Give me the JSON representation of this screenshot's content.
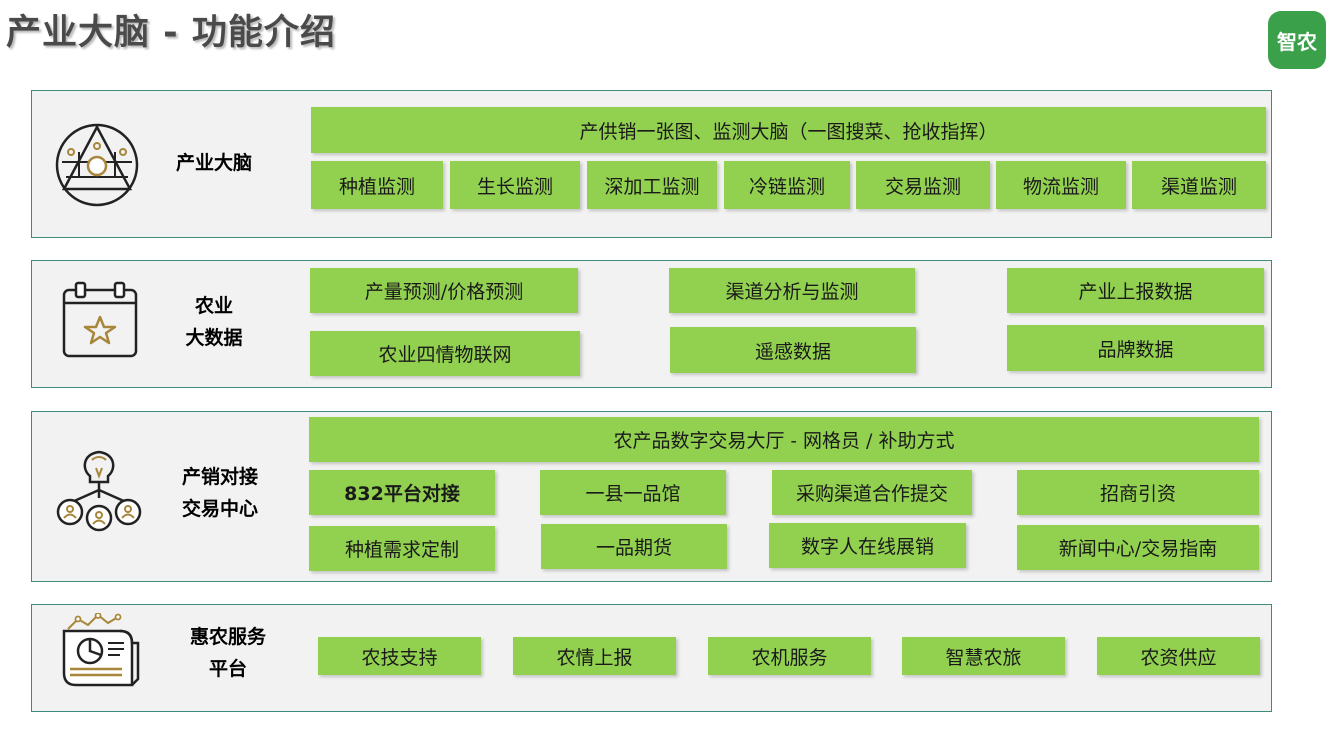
{
  "header": {
    "title": "产业大脑 - 功能介绍",
    "logo_text": "智农"
  },
  "sections": [
    {
      "label": "产业大脑",
      "icon": "brain-network-icon",
      "boxes": [
        "产供销一张图、监测大脑（一图搜菜、抢收指挥）",
        "种植监测",
        "生长监测",
        "深加工监测",
        "冷链监测",
        "交易监测",
        "物流监测",
        "渠道监测"
      ]
    },
    {
      "label_line1": "农业",
      "label_line2": "大数据",
      "icon": "calendar-star-icon",
      "boxes": [
        "产量预测/价格预测",
        "渠道分析与监测",
        "产业上报数据",
        "农业四情物联网",
        "遥感数据",
        "品牌数据"
      ]
    },
    {
      "label_line1": "产销对接",
      "label_line2": "交易中心",
      "icon": "idea-people-icon",
      "boxes": [
        "农产品数字交易大厅 - 网格员 / 补助方式",
        "832平台对接",
        "一县一品馆",
        "采购渠道合作提交",
        "招商引资",
        "种植需求定制",
        "一品期货",
        "数字人在线展销",
        "新闻中心/交易指南"
      ]
    },
    {
      "label_line1": "惠农服务",
      "label_line2": "平台",
      "icon": "report-chart-icon",
      "boxes": [
        "农技支持",
        "农情上报",
        "农机服务",
        "智慧农旅",
        "农资供应"
      ]
    }
  ],
  "colors": {
    "box_green": "#92d050",
    "panel_bg": "#f2f2f2",
    "panel_border": "#3f8a7a",
    "logo_green": "#3aa14a",
    "icon_gold": "#a8863a"
  }
}
